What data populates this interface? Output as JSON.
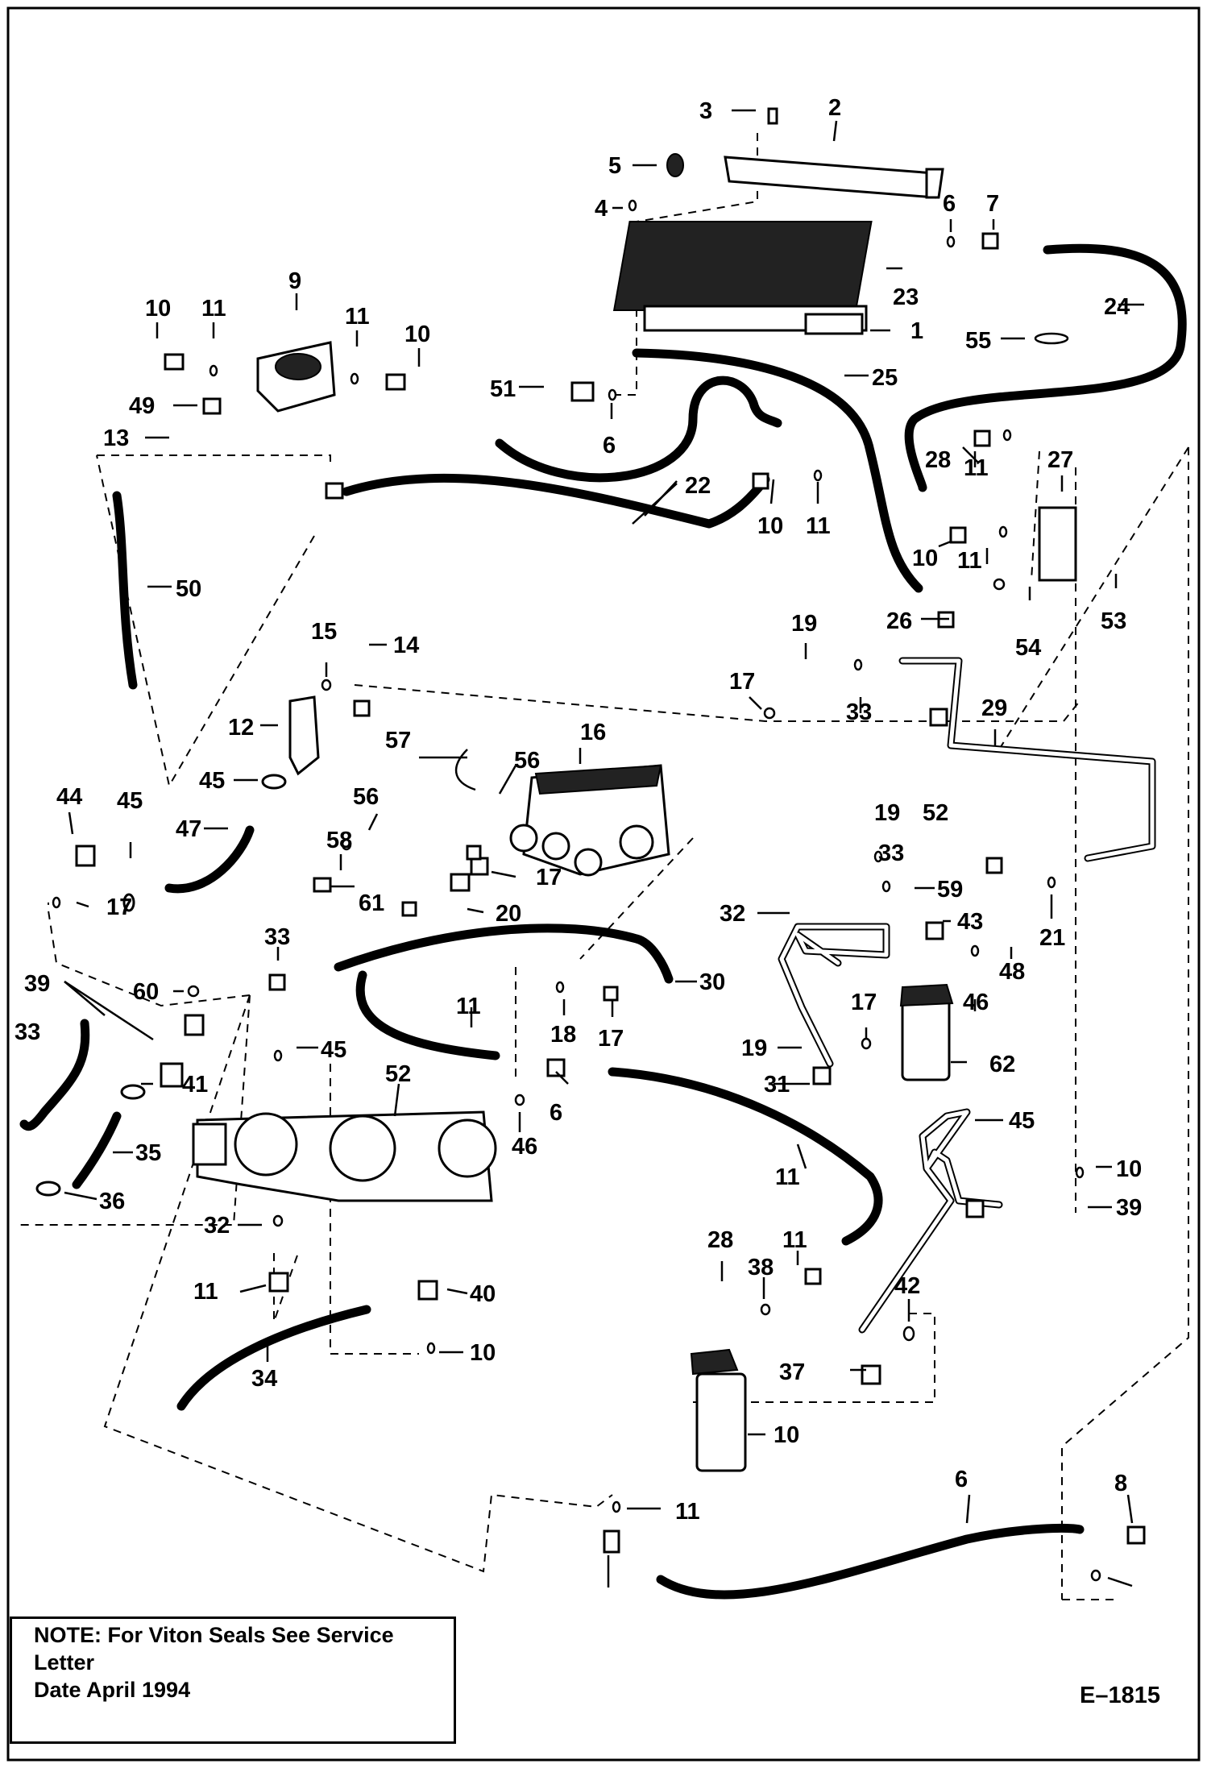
{
  "diagram": {
    "figure_id": "E–1815",
    "note_lines": [
      "NOTE: For Viton Seals See Service Letter",
      "Date April 1994"
    ],
    "callouts": [
      "3",
      "2",
      "5",
      "4",
      "6",
      "7",
      "23",
      "24",
      "1",
      "55",
      "25",
      "51",
      "6",
      "9",
      "10",
      "11",
      "11",
      "10",
      "49",
      "13",
      "28",
      "11",
      "27",
      "22",
      "10",
      "11",
      "10",
      "11",
      "26",
      "53",
      "54",
      "50",
      "15",
      "14",
      "19",
      "17",
      "33",
      "29",
      "12",
      "57",
      "16",
      "56",
      "45",
      "56",
      "44",
      "45",
      "47",
      "58",
      "17",
      "19",
      "52",
      "61",
      "17",
      "33",
      "59",
      "20",
      "32",
      "43",
      "33",
      "21",
      "30",
      "48",
      "39",
      "60",
      "11",
      "18",
      "17",
      "17",
      "46",
      "33",
      "19",
      "31",
      "62",
      "45",
      "41",
      "52",
      "6",
      "46",
      "35",
      "45",
      "36",
      "11",
      "10",
      "39",
      "32",
      "28",
      "11",
      "38",
      "42",
      "11",
      "40",
      "10",
      "34",
      "37",
      "10",
      "6",
      "8",
      "11"
    ]
  }
}
